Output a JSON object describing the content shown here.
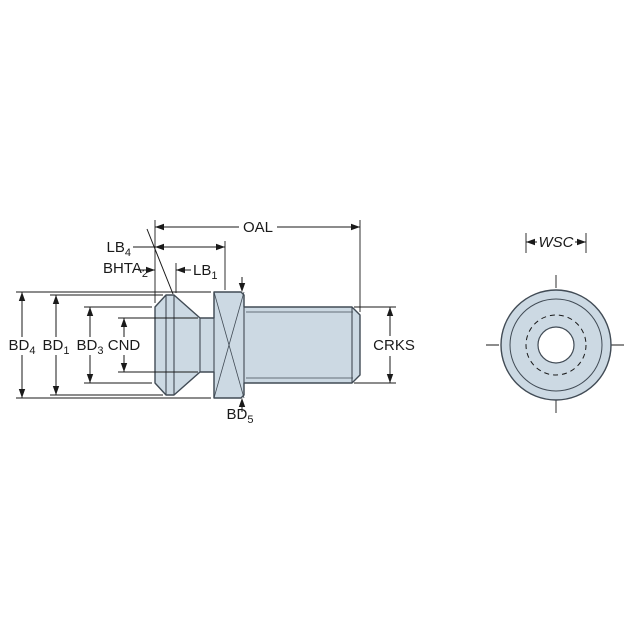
{
  "colors": {
    "background": "#ffffff",
    "part_fill": "#ccd9e3",
    "part_stroke": "#414b55",
    "line": "#1a1a1a"
  },
  "labels": {
    "oal": {
      "base": "OAL",
      "sub": ""
    },
    "lb4": {
      "base": "LB",
      "sub": "4"
    },
    "lb1": {
      "base": "LB",
      "sub": "1"
    },
    "bhta2": {
      "base": "BHTA",
      "sub": "2"
    },
    "bd4": {
      "base": "BD",
      "sub": "4"
    },
    "bd1": {
      "base": "BD",
      "sub": "1"
    },
    "bd3": {
      "base": "BD",
      "sub": "3"
    },
    "cnd": {
      "base": "CND",
      "sub": ""
    },
    "crks": {
      "base": "CRKS",
      "sub": ""
    },
    "bd5": {
      "base": "BD",
      "sub": "5"
    },
    "wsc": {
      "base": "WSC",
      "sub": ""
    }
  }
}
